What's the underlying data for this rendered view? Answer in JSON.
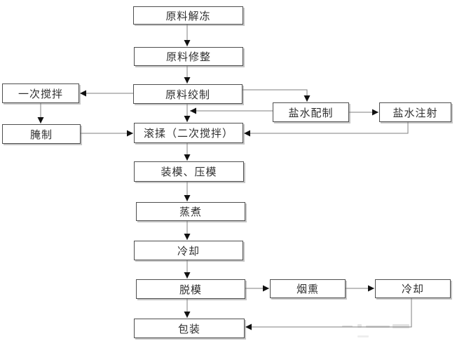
{
  "diagram": {
    "type": "flowchart",
    "language": "zh-CN",
    "colors": {
      "background": "#ffffff",
      "box_fill": "#ffffff",
      "box_border": "#4e4e4e",
      "connector_line": "#7f7f7f",
      "arrowhead": "#111111",
      "text": "#2f2f2f"
    },
    "nodes": [
      {
        "id": "thaw",
        "label": "原料解冻"
      },
      {
        "id": "trim",
        "label": "原料修整"
      },
      {
        "id": "grind",
        "label": "原料绞制"
      },
      {
        "id": "first-mix",
        "label": "一次搅拌"
      },
      {
        "id": "brine-prep",
        "label": "盐水配制"
      },
      {
        "id": "brine-inject",
        "label": "盐水注射"
      },
      {
        "id": "cure",
        "label": "腌制"
      },
      {
        "id": "tumble",
        "label": "滚揉（二次搅拌）"
      },
      {
        "id": "mold-press",
        "label": "装模、压模"
      },
      {
        "id": "cook",
        "label": "蒸煮"
      },
      {
        "id": "cool-1",
        "label": "冷却"
      },
      {
        "id": "demold",
        "label": "脱模"
      },
      {
        "id": "smoke",
        "label": "烟熏"
      },
      {
        "id": "cool-2",
        "label": "冷却"
      },
      {
        "id": "pack",
        "label": "包装"
      }
    ],
    "edges": [
      {
        "from": "thaw",
        "to": "trim"
      },
      {
        "from": "trim",
        "to": "grind"
      },
      {
        "from": "grind",
        "to": "first-mix"
      },
      {
        "from": "first-mix",
        "to": "cure"
      },
      {
        "from": "cure",
        "to": "tumble"
      },
      {
        "from": "grind",
        "to": "tumble"
      },
      {
        "from": "grind",
        "to": "brine-prep"
      },
      {
        "from": "brine-prep",
        "to": "tumble"
      },
      {
        "from": "brine-prep",
        "to": "brine-inject"
      },
      {
        "from": "brine-inject",
        "to": "tumble"
      },
      {
        "from": "tumble",
        "to": "mold-press"
      },
      {
        "from": "mold-press",
        "to": "cook"
      },
      {
        "from": "cook",
        "to": "cool-1"
      },
      {
        "from": "cool-1",
        "to": "demold"
      },
      {
        "from": "demold",
        "to": "smoke"
      },
      {
        "from": "demold",
        "to": "pack"
      },
      {
        "from": "smoke",
        "to": "cool-2"
      },
      {
        "from": "cool-2",
        "to": "pack"
      }
    ]
  }
}
